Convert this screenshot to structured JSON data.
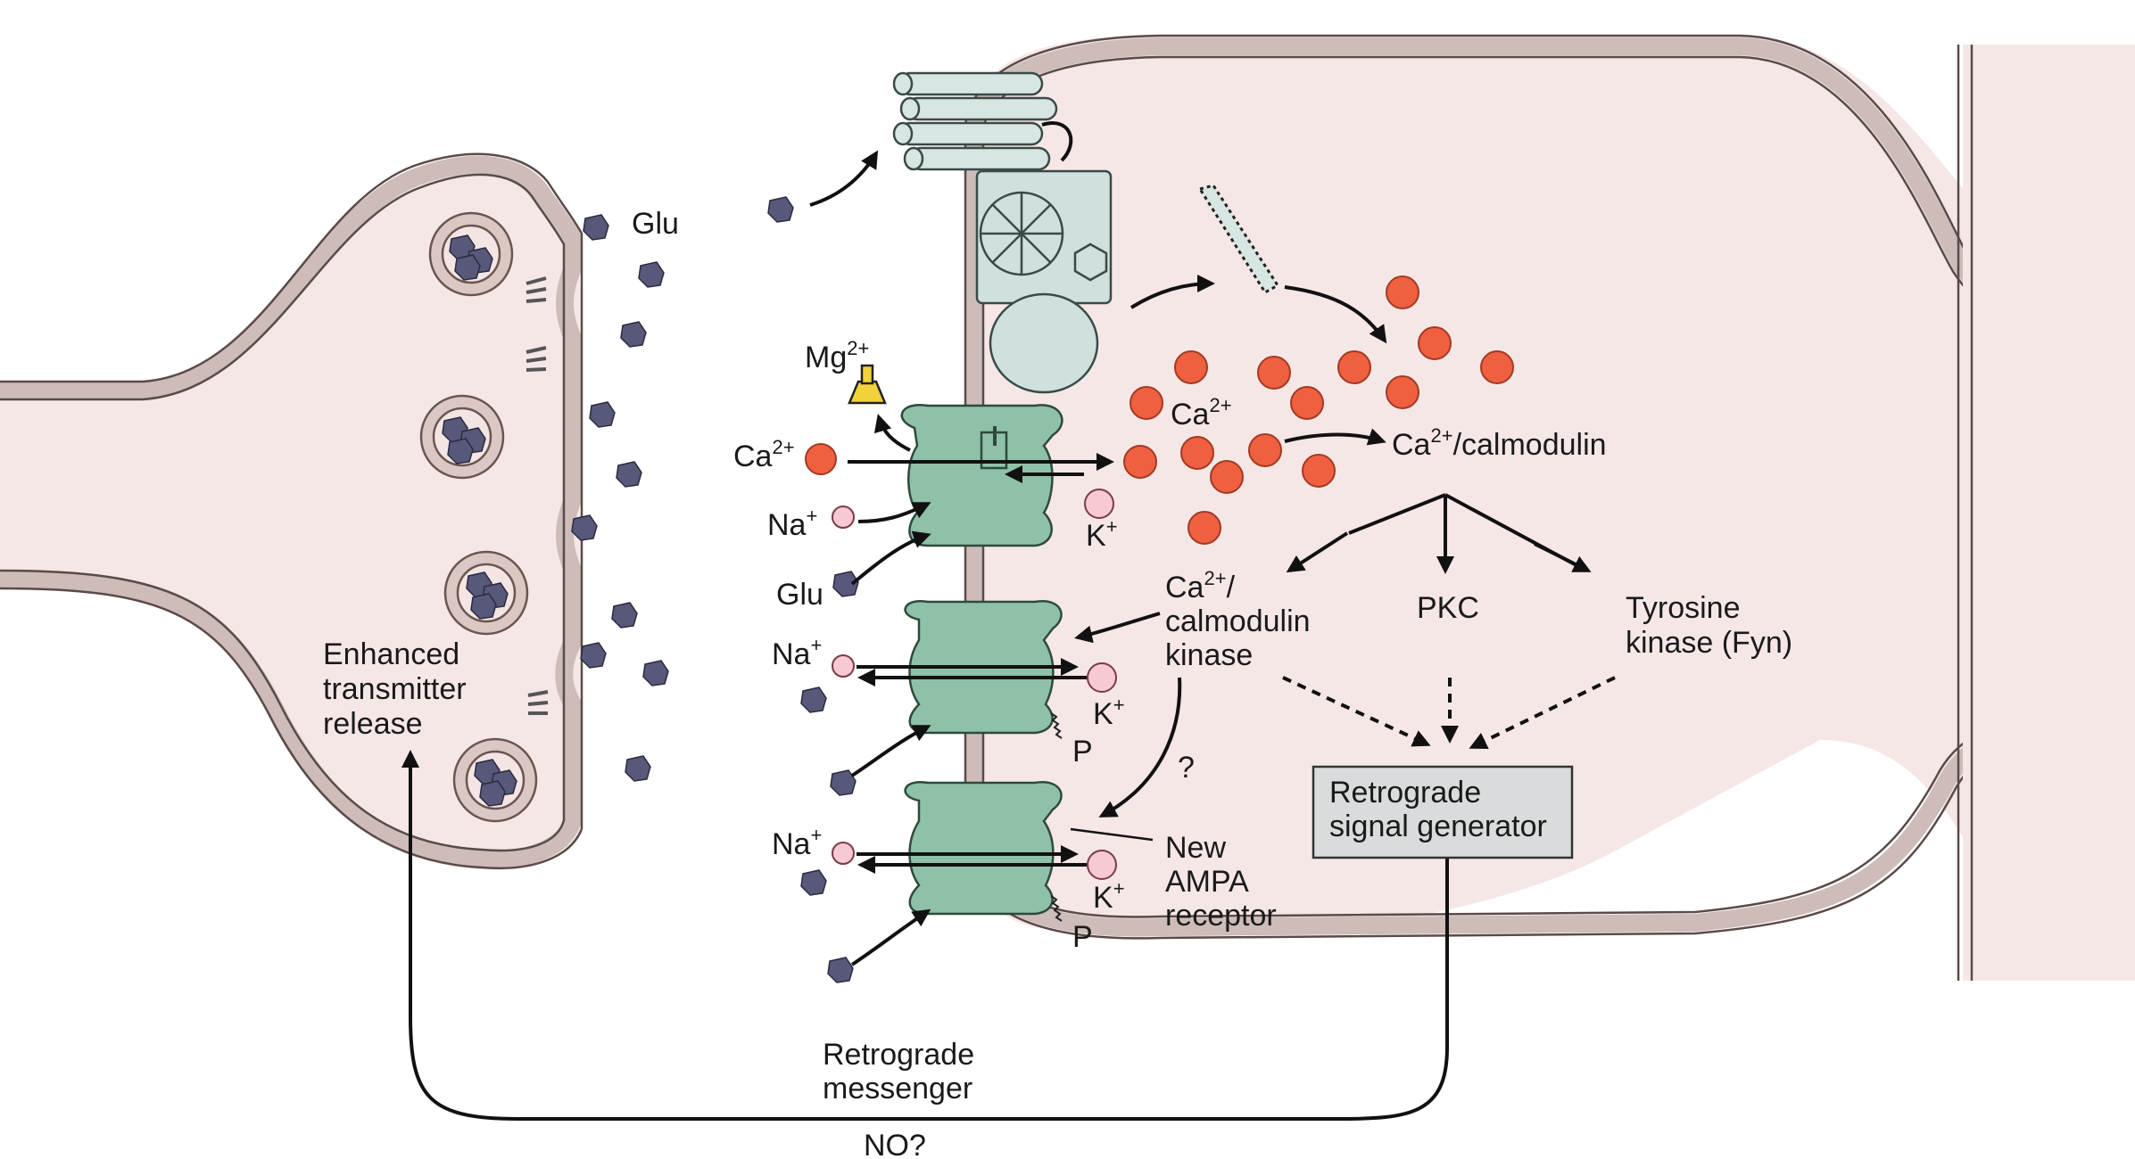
{
  "labels": {
    "glu_top": "Glu",
    "mg": "Mg",
    "mg_sup": "2+",
    "ca_left": "Ca",
    "ca_left_sup": "2+",
    "na_1": "Na",
    "na_1_sup": "+",
    "glu_mid": "Glu",
    "k_1": "K",
    "k_1_sup": "+",
    "ca_cluster": "Ca",
    "ca_cluster_sup": "2+",
    "ca_calmodulin_ca": "Ca",
    "ca_calmodulin_sup": "2+",
    "ca_calmodulin_rest": "/calmodulin",
    "camk_line1_ca": "Ca",
    "camk_line1_sup": "2+",
    "camk_line1_rest": "/",
    "camk_line2": "calmodulin",
    "camk_line3": "kinase",
    "pkc": "PKC",
    "tyr_line1": "Tyrosine",
    "tyr_line2": "kinase (Fyn)",
    "na_2": "Na",
    "na_2_sup": "+",
    "k_2": "K",
    "k_2_sup": "+",
    "p_1": "P",
    "question": "?",
    "na_3": "Na",
    "na_3_sup": "+",
    "k_3": "K",
    "k_3_sup": "+",
    "p_2": "P",
    "new_ampa_line1": "New",
    "new_ampa_line2": "AMPA",
    "new_ampa_line3": "receptor",
    "retro_gen_line1": "Retrograde",
    "retro_gen_line2": "signal generator",
    "enhanced_line1": "Enhanced",
    "enhanced_line2": "transmitter",
    "enhanced_line3": "release",
    "retro_msg_line1": "Retrograde",
    "retro_msg_line2": "messenger",
    "no": "NO?"
  },
  "colors": {
    "cytoplasm": "#f6e7e7",
    "membrane": "#cdbcb8",
    "receptor": "#8fc1a8",
    "calcium": "#ef6040",
    "glutamate": "#58587a",
    "sodium_potassium": "#f6c9d3",
    "signal_box": "#d9dcdc"
  }
}
